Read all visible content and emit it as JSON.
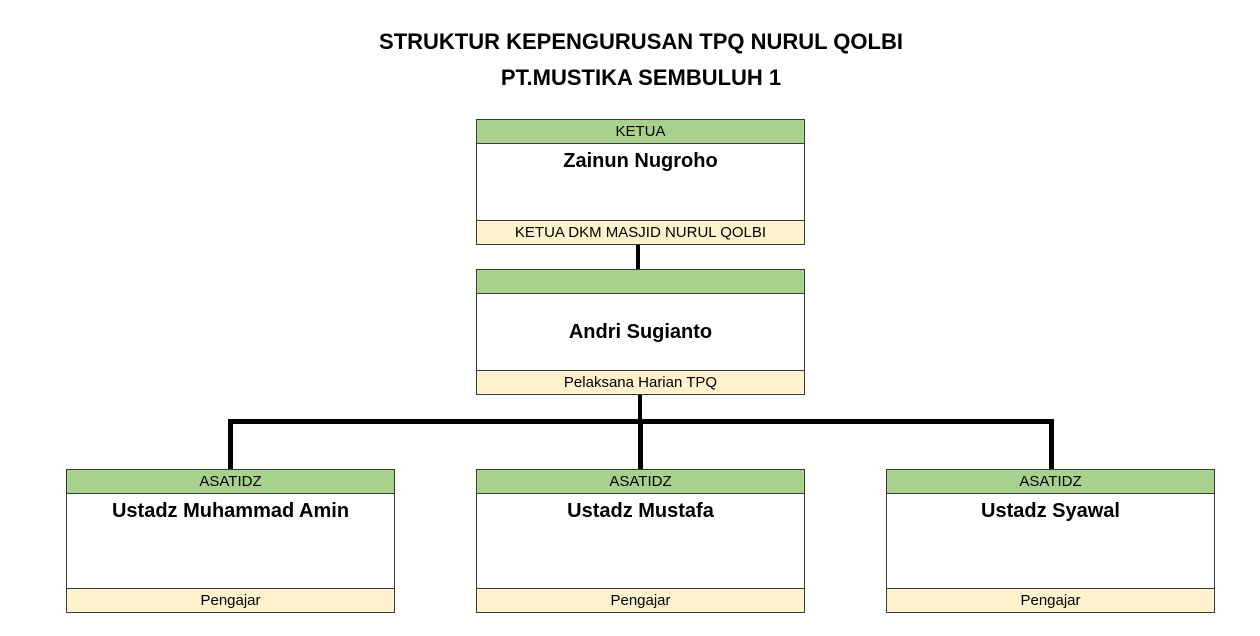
{
  "title": {
    "line1": "STRUKTUR KEPENGURUSAN TPQ NURUL QOLBI",
    "line2": "PT.MUSTIKA SEMBULUH 1"
  },
  "ketua": {
    "header": "KETUA",
    "name": "Zainun Nugroho",
    "role": "KETUA DKM MASJID NURUL QOLBI"
  },
  "pelaksana": {
    "header": "",
    "name": "Andri Sugianto",
    "role": "Pelaksana Harian TPQ"
  },
  "asatidz": [
    {
      "header": "ASATIDZ",
      "name": "Ustadz Muhammad Amin",
      "role": "Pengajar"
    },
    {
      "header": "ASATIDZ",
      "name": "Ustadz Mustafa",
      "role": "Pengajar"
    },
    {
      "header": "ASATIDZ",
      "name": "Ustadz Syawal",
      "role": "Pengajar"
    }
  ],
  "colors": {
    "header_fill": "#a9d18e",
    "footer_fill": "#fff2cc",
    "connector": "#000000"
  }
}
